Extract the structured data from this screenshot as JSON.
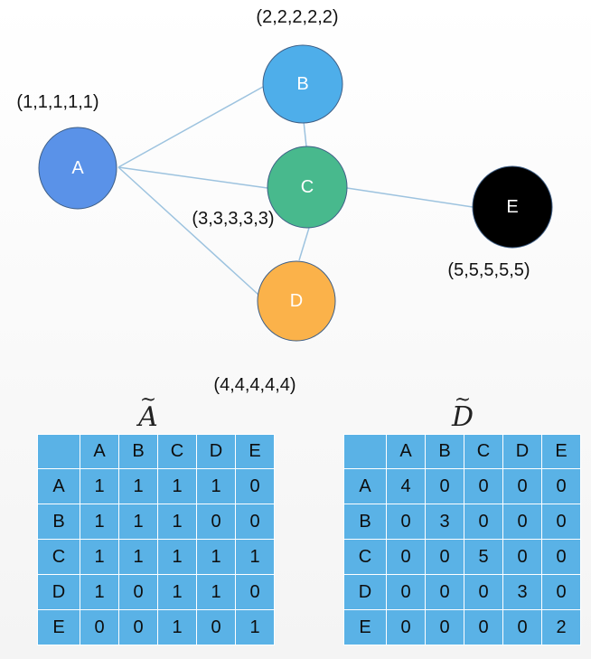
{
  "graph": {
    "nodes": [
      {
        "id": "A",
        "label": "A",
        "features": "(1,1,1,1,1)",
        "color": "#5a92e8"
      },
      {
        "id": "B",
        "label": "B",
        "features": "(2,2,2,2,2)",
        "color": "#4eaeea"
      },
      {
        "id": "C",
        "label": "C",
        "features": "(3,3,3,3,3)",
        "color": "#48b98d"
      },
      {
        "id": "D",
        "label": "D",
        "features": "(4,4,4,4,4)",
        "color": "#fbb24a"
      },
      {
        "id": "E",
        "label": "E",
        "features": "(5,5,5,5,5)",
        "color": "#000000"
      }
    ],
    "edges": [
      [
        "A",
        "B"
      ],
      [
        "A",
        "C"
      ],
      [
        "A",
        "D"
      ],
      [
        "B",
        "C"
      ],
      [
        "C",
        "D"
      ],
      [
        "C",
        "E"
      ]
    ],
    "edge_color": "#9dc3df"
  },
  "matrix_a": {
    "title": "A",
    "header": [
      "",
      "A",
      "B",
      "C",
      "D",
      "E"
    ],
    "rows": [
      [
        "A",
        "1",
        "1",
        "1",
        "1",
        "0"
      ],
      [
        "B",
        "1",
        "1",
        "1",
        "0",
        "0"
      ],
      [
        "C",
        "1",
        "1",
        "1",
        "1",
        "1"
      ],
      [
        "D",
        "1",
        "0",
        "1",
        "1",
        "0"
      ],
      [
        "E",
        "0",
        "0",
        "1",
        "0",
        "1"
      ]
    ]
  },
  "matrix_d": {
    "title": "D",
    "header": [
      "",
      "A",
      "B",
      "C",
      "D",
      "E"
    ],
    "rows": [
      [
        "A",
        "4",
        "0",
        "0",
        "0",
        "0"
      ],
      [
        "B",
        "0",
        "3",
        "0",
        "0",
        "0"
      ],
      [
        "C",
        "0",
        "0",
        "5",
        "0",
        "0"
      ],
      [
        "D",
        "0",
        "0",
        "0",
        "3",
        "0"
      ],
      [
        "E",
        "0",
        "0",
        "0",
        "0",
        "2"
      ]
    ]
  },
  "table_color": "#5ab2e6"
}
